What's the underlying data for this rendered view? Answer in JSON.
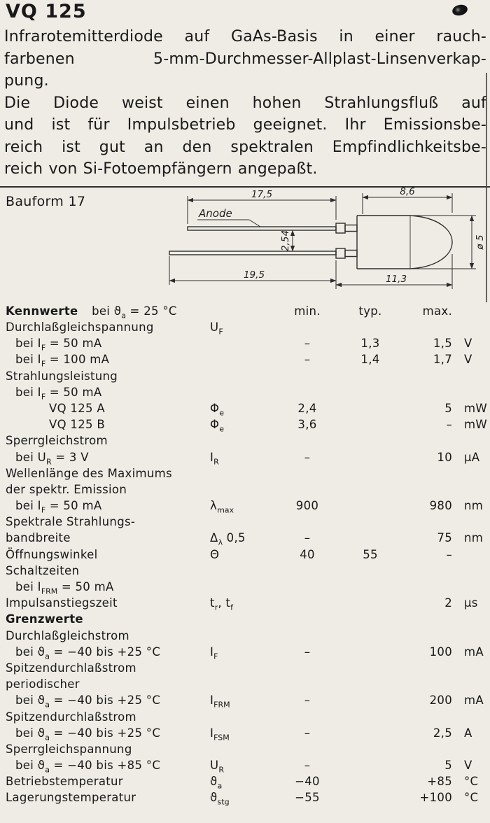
{
  "page": {
    "title": "VQ 125",
    "paragraphs": [
      {
        "lines": [
          {
            "text": "Infrarotemitterdiode auf GaAs-Basis in einer rauch-",
            "justify": true
          },
          {
            "text": "farbenen 5-mm-Durchmesser-Allplast-Linsenverkap-",
            "justify": true
          },
          {
            "text": "pung.",
            "justify": false
          }
        ]
      },
      {
        "lines": [
          {
            "text": "Die Diode weist einen hohen Strahlungsfluß auf",
            "justify": true
          },
          {
            "text": "und ist für Impulsbetrieb geeignet. Ihr Emissionsbe-",
            "justify": true
          },
          {
            "text": "reich ist gut an den spektralen Empfindlichkeitsbe-",
            "justify": true
          },
          {
            "text": "reich von Si-Fotoempfängern angepaßt.",
            "justify": false
          }
        ]
      }
    ],
    "bauform_label": "Bauform 17",
    "drawing": {
      "anode_label": "Anode",
      "dims": {
        "lead_top": "17,5",
        "body_top": "8,6",
        "pitch": "2,54",
        "lead_bottom": "19,5",
        "body_bottom": "11,3",
        "diameter": "ø 5"
      }
    },
    "table": {
      "header": {
        "title": "Kennwerte",
        "condition": [
          {
            "t": "bei "
          },
          {
            "t": "ϑ"
          },
          {
            "t": "a",
            "s": true
          },
          {
            "t": " = 25 °C"
          }
        ],
        "cols": [
          "min.",
          "typ.",
          "max."
        ]
      },
      "rows": [
        {
          "indent": 0,
          "label": [
            {
              "t": "Durchlaßgleichspannung"
            }
          ],
          "symbol": [
            {
              "t": "U"
            },
            {
              "t": "F",
              "s": true
            }
          ]
        },
        {
          "indent": 1,
          "label": [
            {
              "t": "bei I"
            },
            {
              "t": "F",
              "s": true
            },
            {
              "t": " = 50 mA"
            }
          ],
          "min": "–",
          "typ": "1,3",
          "max": "1,5",
          "unit": "V"
        },
        {
          "indent": 1,
          "label": [
            {
              "t": "bei I"
            },
            {
              "t": "F",
              "s": true
            },
            {
              "t": " = 100 mA"
            }
          ],
          "min": "–",
          "typ": "1,4",
          "max": "1,7",
          "unit": "V"
        },
        {
          "indent": 0,
          "label": [
            {
              "t": "Strahlungsleistung"
            }
          ]
        },
        {
          "indent": 1,
          "label": [
            {
              "t": "bei I"
            },
            {
              "t": "F",
              "s": true
            },
            {
              "t": " = 50 mA"
            }
          ]
        },
        {
          "indent": 2,
          "label": [
            {
              "t": "VQ 125 A"
            }
          ],
          "symbol": [
            {
              "t": "Φ"
            },
            {
              "t": "e",
              "s": true
            }
          ],
          "min": "2,4",
          "max": "5",
          "unit": "mW"
        },
        {
          "indent": 2,
          "label": [
            {
              "t": "VQ 125 B"
            }
          ],
          "symbol": [
            {
              "t": "Φ"
            },
            {
              "t": "e",
              "s": true
            }
          ],
          "min": "3,6",
          "max": "–",
          "unit": "mW"
        },
        {
          "indent": 0,
          "label": [
            {
              "t": "Sperrgleichstrom"
            }
          ]
        },
        {
          "indent": 1,
          "label": [
            {
              "t": "bei U"
            },
            {
              "t": "R",
              "s": true
            },
            {
              "t": " = 3 V"
            }
          ],
          "symbol": [
            {
              "t": "I"
            },
            {
              "t": "R",
              "s": true
            }
          ],
          "min": "–",
          "max": "10",
          "unit": "μA"
        },
        {
          "indent": 0,
          "label": [
            {
              "t": "Wellenlänge des Maximums"
            }
          ]
        },
        {
          "indent": 0,
          "label": [
            {
              "t": "der spektr. Emission"
            }
          ]
        },
        {
          "indent": 1,
          "label": [
            {
              "t": "bei I"
            },
            {
              "t": "F",
              "s": true
            },
            {
              "t": " = 50 mA"
            }
          ],
          "symbol": [
            {
              "t": "λ"
            },
            {
              "t": "max",
              "s": true
            }
          ],
          "min": "900",
          "max": "980",
          "unit": "nm"
        },
        {
          "indent": 0,
          "label": [
            {
              "t": "Spektrale Strahlungs-"
            }
          ]
        },
        {
          "indent": 0,
          "label": [
            {
              "t": "bandbreite"
            }
          ],
          "symbol": [
            {
              "t": "Δ"
            },
            {
              "t": "λ",
              "s": true
            },
            {
              "t": " 0,5"
            }
          ],
          "min": "–",
          "max": "75",
          "unit": "nm"
        },
        {
          "indent": 0,
          "label": [
            {
              "t": "Öffnungswinkel"
            }
          ],
          "symbol": [
            {
              "t": "Θ"
            }
          ],
          "min": "40",
          "typ": "55",
          "max": "–"
        },
        {
          "indent": 0,
          "label": [
            {
              "t": "Schaltzeiten"
            }
          ]
        },
        {
          "indent": 1,
          "label": [
            {
              "t": "bei I"
            },
            {
              "t": "FRM",
              "s": true
            },
            {
              "t": " = 50 mA"
            }
          ]
        },
        {
          "indent": 0,
          "label": [
            {
              "t": "Impulsanstiegszeit"
            }
          ],
          "symbol": [
            {
              "t": "t"
            },
            {
              "t": "r",
              "s": true
            },
            {
              "t": ", t"
            },
            {
              "t": "f",
              "s": true
            }
          ],
          "max": "2",
          "unit": "μs"
        },
        {
          "indent": 0,
          "bold": true,
          "label": [
            {
              "t": "Grenzwerte"
            }
          ]
        },
        {
          "indent": 0,
          "label": [
            {
              "t": "Durchlaßgleichstrom"
            }
          ]
        },
        {
          "indent": 1,
          "label": [
            {
              "t": "bei "
            },
            {
              "t": "ϑ"
            },
            {
              "t": "a",
              "s": true
            },
            {
              "t": " = −40 bis +25 °C"
            }
          ],
          "symbol": [
            {
              "t": "I"
            },
            {
              "t": "F",
              "s": true
            }
          ],
          "min": "–",
          "max": "100",
          "unit": "mA"
        },
        {
          "indent": 0,
          "label": [
            {
              "t": "Spitzendurchlaßstrom"
            }
          ]
        },
        {
          "indent": 0,
          "label": [
            {
              "t": "periodischer"
            }
          ]
        },
        {
          "indent": 1,
          "label": [
            {
              "t": "bei "
            },
            {
              "t": "ϑ"
            },
            {
              "t": "a",
              "s": true
            },
            {
              "t": " = −40 bis +25 °C"
            }
          ],
          "symbol": [
            {
              "t": "I"
            },
            {
              "t": "FRM",
              "s": true
            }
          ],
          "min": "–",
          "max": "200",
          "unit": "mA"
        },
        {
          "indent": 0,
          "label": [
            {
              "t": "Spitzendurchlaßstrom"
            }
          ]
        },
        {
          "indent": 1,
          "label": [
            {
              "t": "bei "
            },
            {
              "t": "ϑ"
            },
            {
              "t": "a",
              "s": true
            },
            {
              "t": " = −40 bis +25 °C"
            }
          ],
          "symbol": [
            {
              "t": "I"
            },
            {
              "t": "FSM",
              "s": true
            }
          ],
          "min": "–",
          "max": "2,5",
          "unit": "A"
        },
        {
          "indent": 0,
          "label": [
            {
              "t": "Sperrgleichspannung"
            }
          ]
        },
        {
          "indent": 1,
          "label": [
            {
              "t": "bei "
            },
            {
              "t": "ϑ"
            },
            {
              "t": "a",
              "s": true
            },
            {
              "t": " = −40 bis +85 °C"
            }
          ],
          "symbol": [
            {
              "t": "U"
            },
            {
              "t": "R",
              "s": true
            }
          ],
          "min": "–",
          "max": "5",
          "unit": "V"
        },
        {
          "indent": 0,
          "label": [
            {
              "t": "Betriebstemperatur"
            }
          ],
          "symbol": [
            {
              "t": "ϑ"
            },
            {
              "t": "a",
              "s": true
            }
          ],
          "min": "−40",
          "max": "+85",
          "unit": "°C"
        },
        {
          "indent": 0,
          "label": [
            {
              "t": "Lagerungstemperatur"
            }
          ],
          "symbol": [
            {
              "t": "ϑ"
            },
            {
              "t": "stg",
              "s": true
            }
          ],
          "min": "−55",
          "max": "+100",
          "unit": "°C"
        }
      ]
    }
  }
}
